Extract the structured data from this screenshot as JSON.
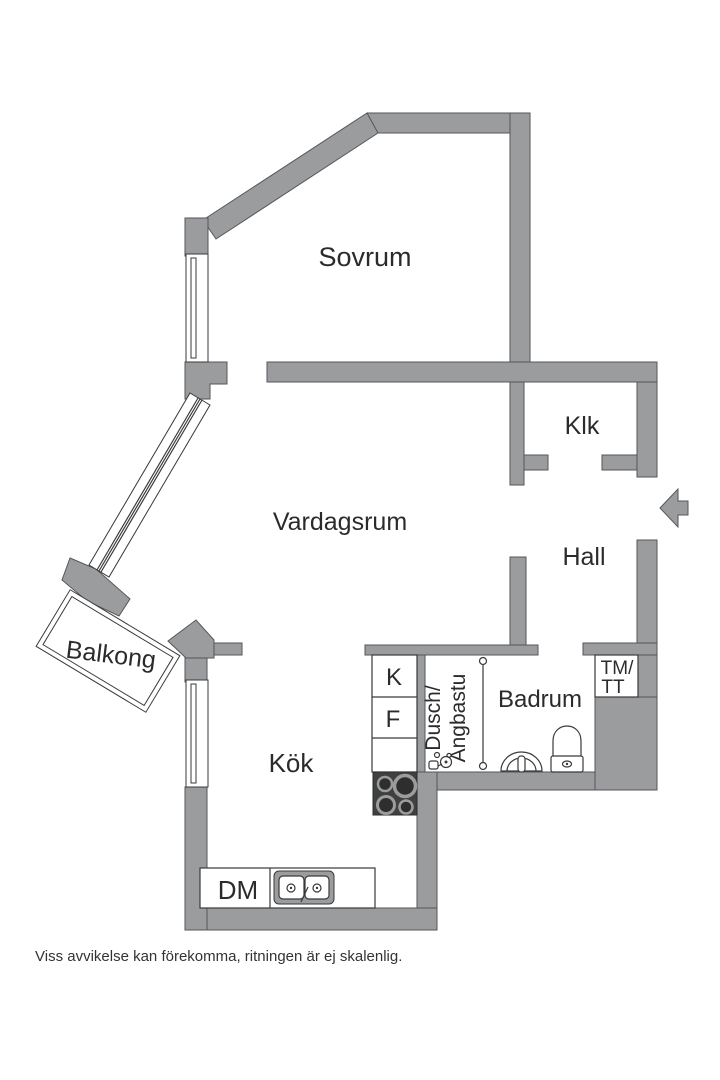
{
  "floorplan": {
    "rooms": {
      "sovrum": "Sovrum",
      "klk": "Klk",
      "vardagsrum": "Vardagsrum",
      "hall": "Hall",
      "balkong": "Balkong",
      "kok": "Kök",
      "badrum": "Badrum",
      "dusch_line1": "Dusch/",
      "dusch_line2": "Ångbastu"
    },
    "labels": {
      "fridge": "K",
      "freezer": "F",
      "dishwasher": "DM",
      "washer": "TM/",
      "dryer": "TT"
    },
    "disclaimer": "Viss avvikelse kan förekomma, ritningen är ej skalenlig.",
    "colors": {
      "wall": "#9b9c9e",
      "wall_outline": "#55565a",
      "stove": "#3f4040",
      "burner_ring": "#9c9c9c",
      "burner_center": "#2e2e2e",
      "fixture_outline": "#3a3a3a",
      "text": "#2b2b2b",
      "background": "#ffffff"
    }
  }
}
